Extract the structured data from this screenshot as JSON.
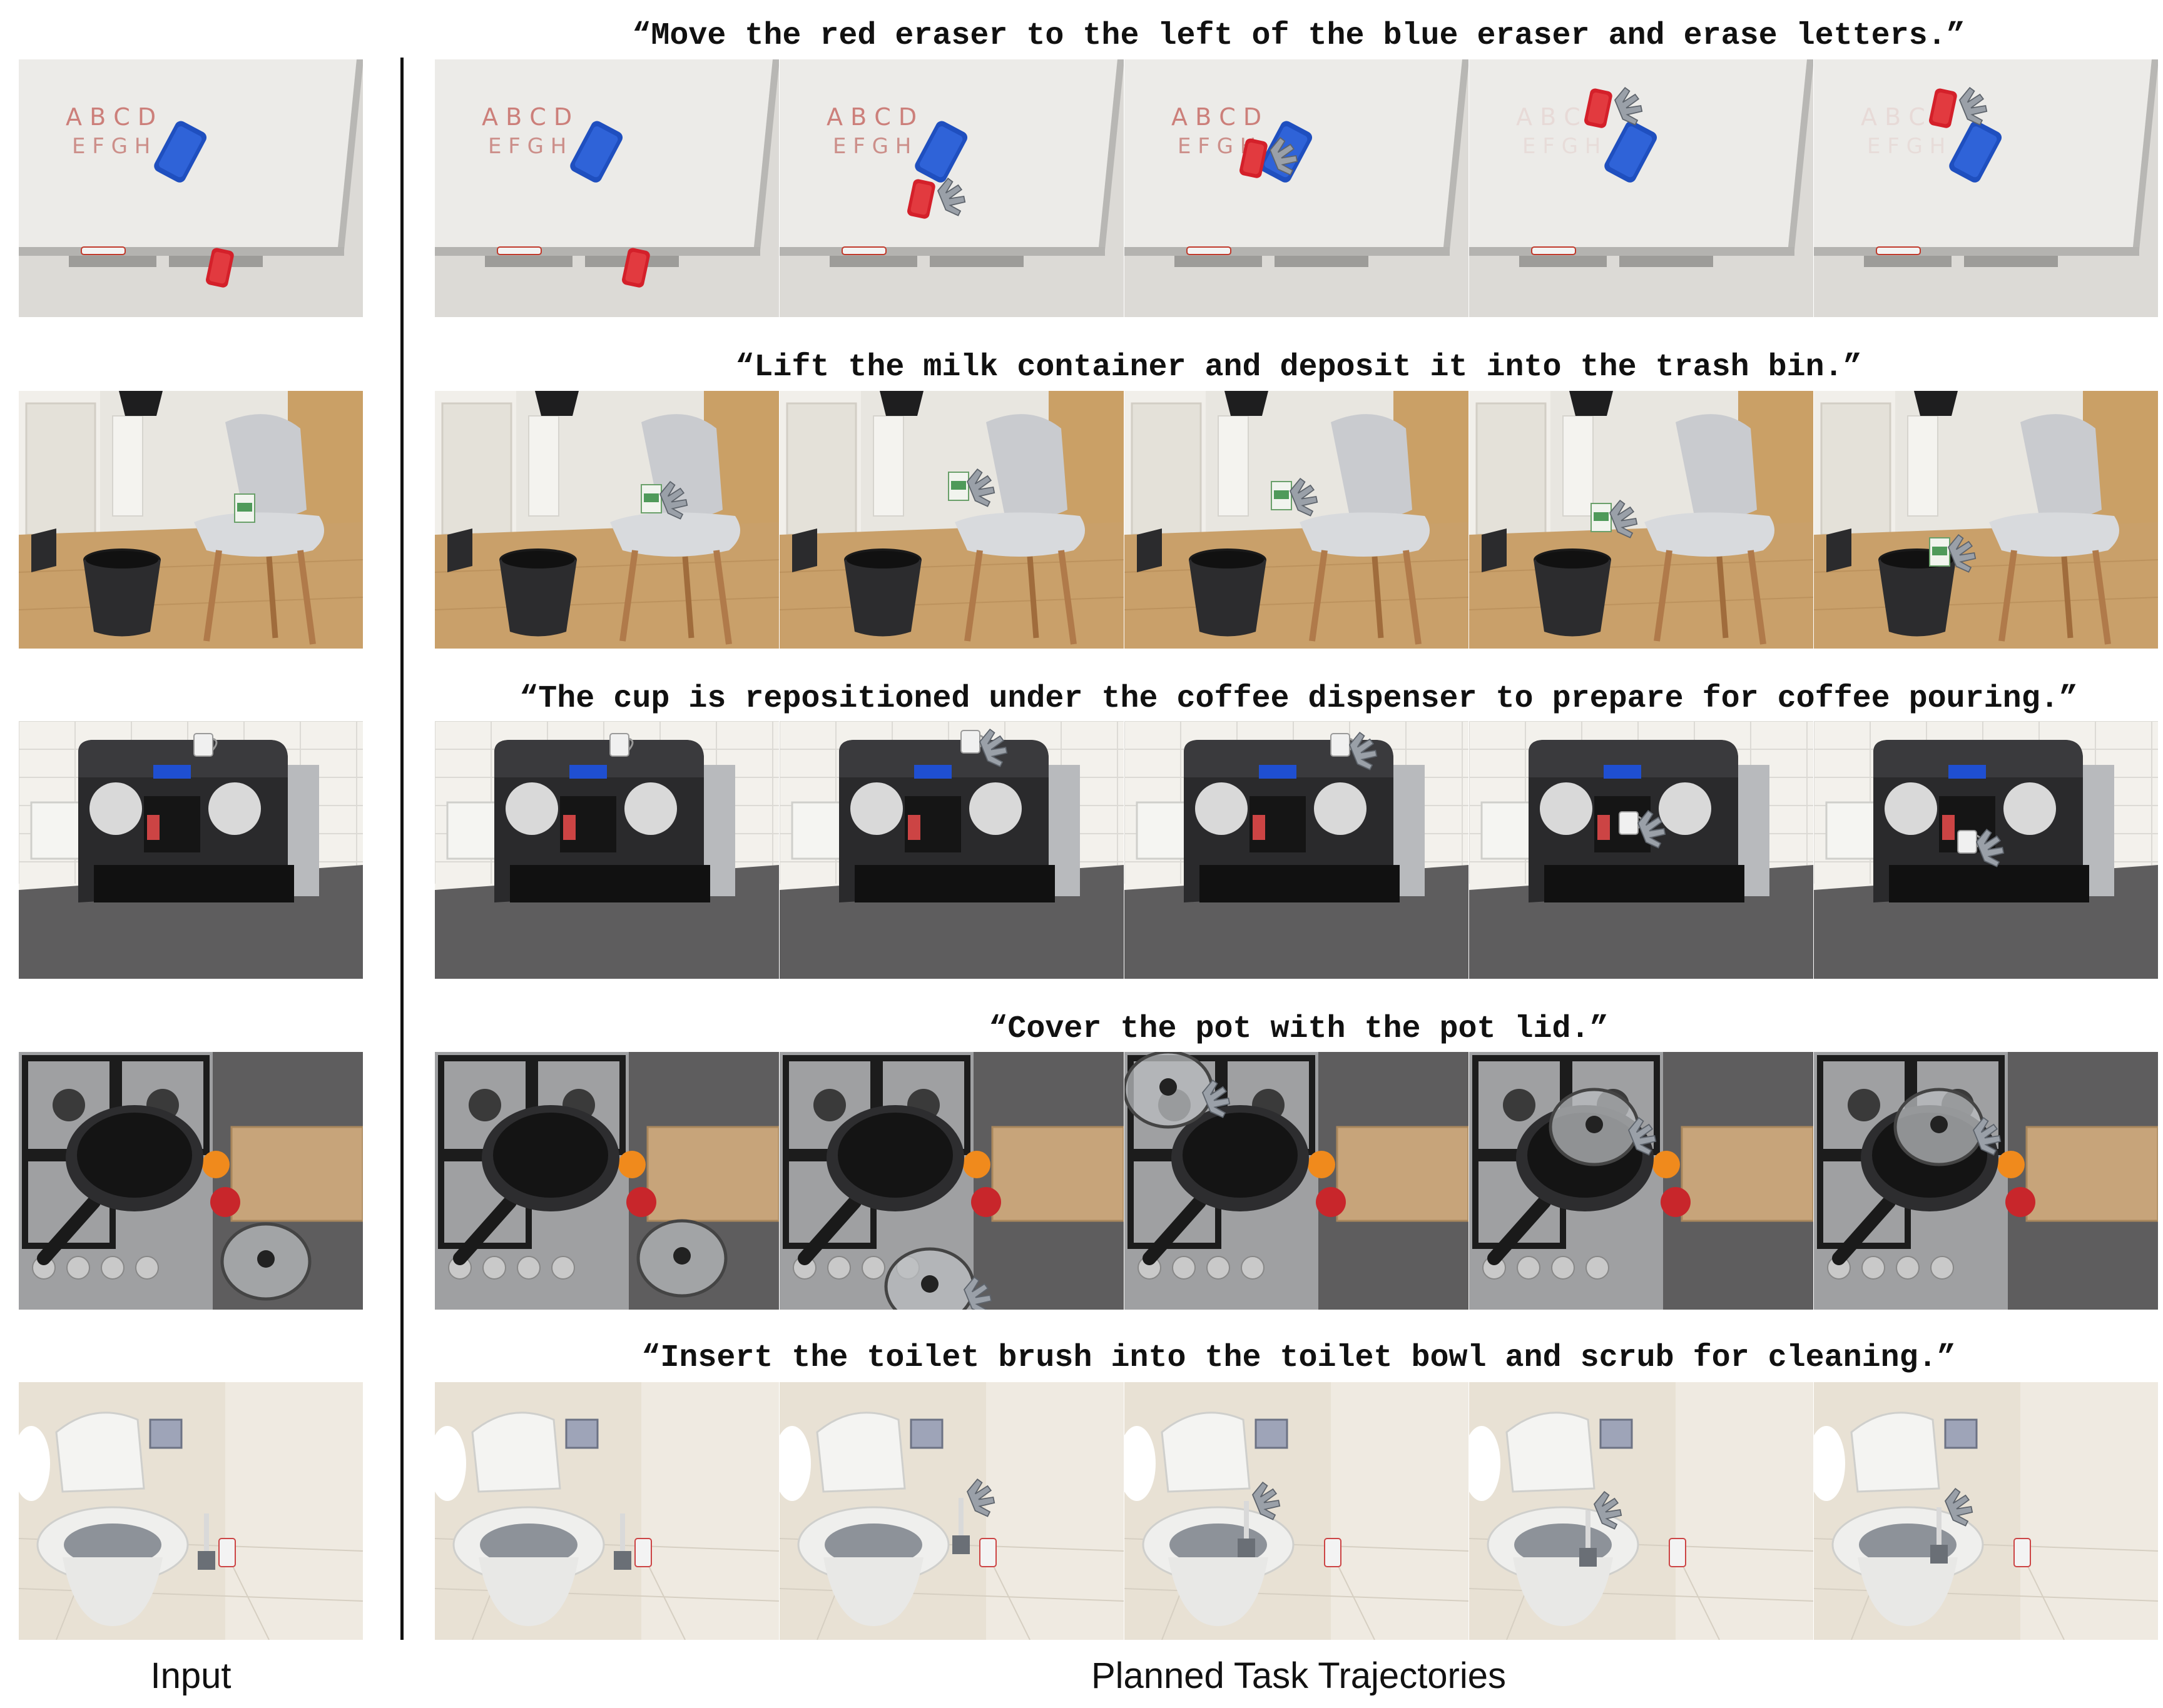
{
  "footer": {
    "input_label": "Input",
    "trajectories_label": "Planned Task Trajectories"
  },
  "rows": [
    {
      "id": "whiteboard",
      "instruction": "“Move the red eraser to the left of the blue eraser and erase letters.”",
      "board_letters": [
        "A B C D",
        "E F G H"
      ],
      "frames": 5
    },
    {
      "id": "milk",
      "instruction": "“Lift the milk container and deposit it into the trash bin.”",
      "frames": 5
    },
    {
      "id": "coffee",
      "instruction": "“The cup is repositioned under the coffee dispenser to prepare for coffee pouring.”",
      "frames": 5
    },
    {
      "id": "pot",
      "instruction": "“Cover the pot with the pot lid.”",
      "frames": 5
    },
    {
      "id": "toilet",
      "instruction": "“Insert the toilet brush into the toilet bowl and scrub for cleaning.”",
      "frames": 5
    }
  ],
  "colors": {
    "whiteboard": "#dcdad6",
    "eraser_blue": "#1f4fbf",
    "eraser_red": "#d4202a",
    "floor_wood": "#c9a06a",
    "counter_grey": "#5e5d5e",
    "coffee_machine": "#2a2a2c",
    "tile": "#e8e1d4"
  }
}
